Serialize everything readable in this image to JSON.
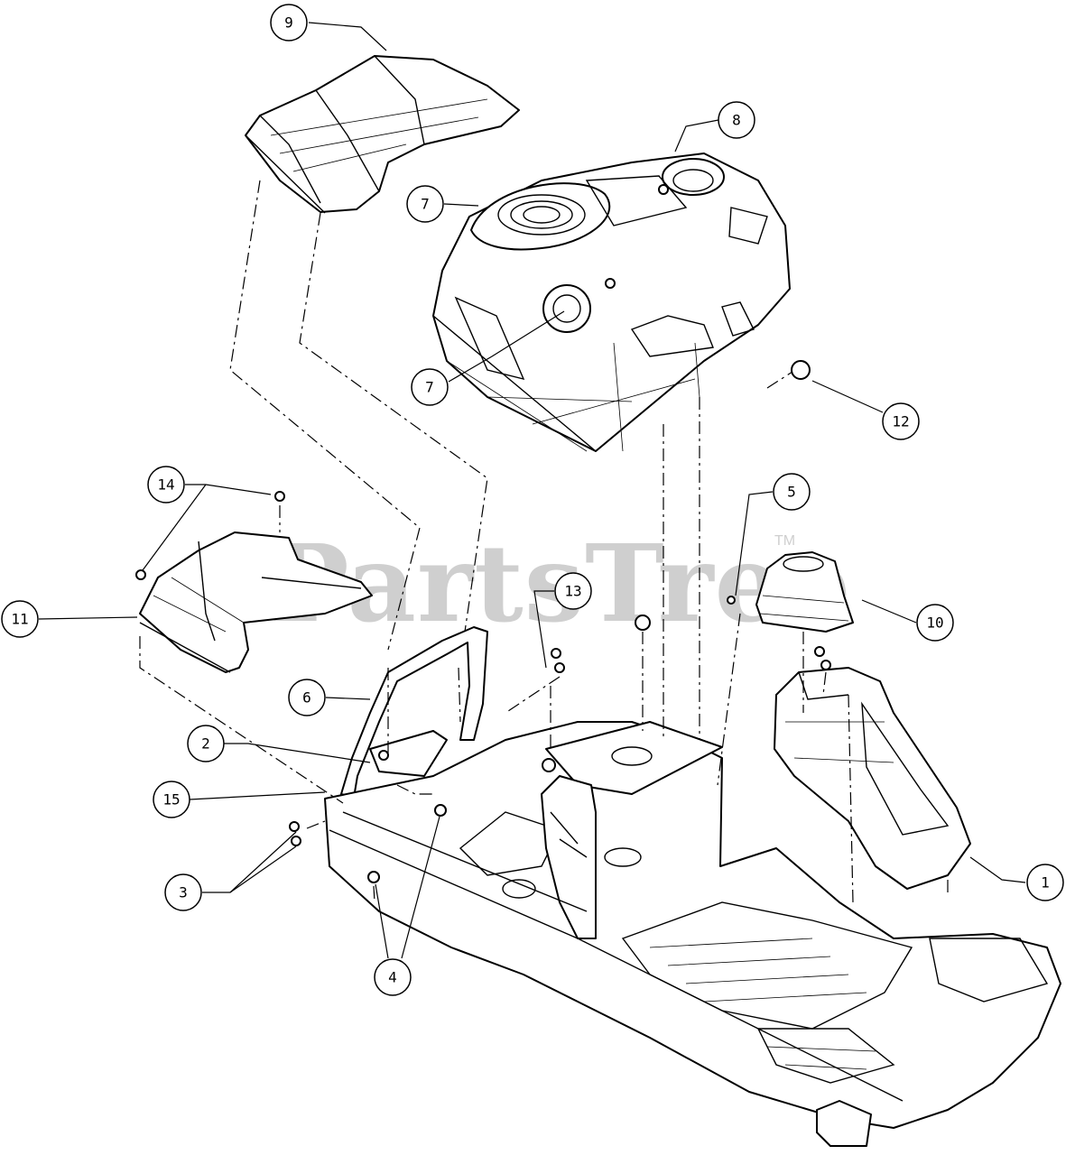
{
  "watermark": {
    "text": "PartsTree",
    "trademark": "TM"
  },
  "callouts": [
    {
      "id": "c9",
      "label": "9"
    },
    {
      "id": "c8",
      "label": "8"
    },
    {
      "id": "c7a",
      "label": "7"
    },
    {
      "id": "c7b",
      "label": "7"
    },
    {
      "id": "c12",
      "label": "12"
    },
    {
      "id": "c14",
      "label": "14"
    },
    {
      "id": "c5",
      "label": "5"
    },
    {
      "id": "c11",
      "label": "11"
    },
    {
      "id": "c13",
      "label": "13"
    },
    {
      "id": "c10",
      "label": "10"
    },
    {
      "id": "c6",
      "label": "6"
    },
    {
      "id": "c2",
      "label": "2"
    },
    {
      "id": "c15",
      "label": "15"
    },
    {
      "id": "c3",
      "label": "3"
    },
    {
      "id": "c1",
      "label": "1"
    },
    {
      "id": "c4",
      "label": "4"
    }
  ]
}
